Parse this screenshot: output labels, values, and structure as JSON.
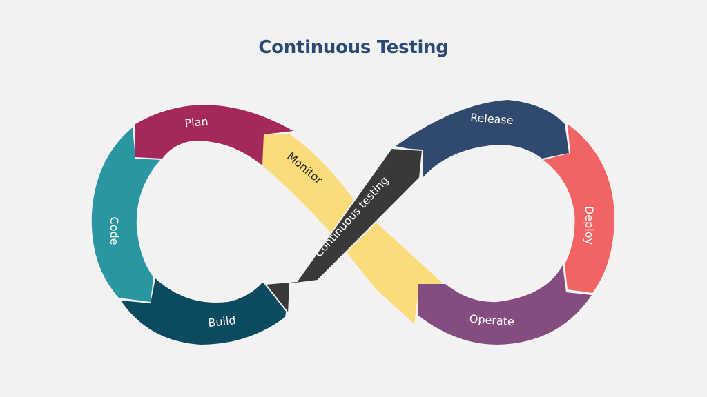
{
  "title": "Continuous Testing",
  "stages": {
    "plan": {
      "label": "Plan",
      "color": "#a4285a"
    },
    "code": {
      "label": "Code",
      "color": "#2996a1"
    },
    "build": {
      "label": "Build",
      "color": "#0c4a5f"
    },
    "release": {
      "label": "Release",
      "color": "#2f4a6e"
    },
    "deploy": {
      "label": "Deploy",
      "color": "#f26464"
    },
    "operate": {
      "label": "Operate",
      "color": "#854c80"
    },
    "monitor": {
      "label": "Monitor",
      "color": "#fadc7a"
    },
    "continuous_testing": {
      "label": "Continuous testing",
      "color": "#393939"
    }
  },
  "background": "#f2f2f2"
}
